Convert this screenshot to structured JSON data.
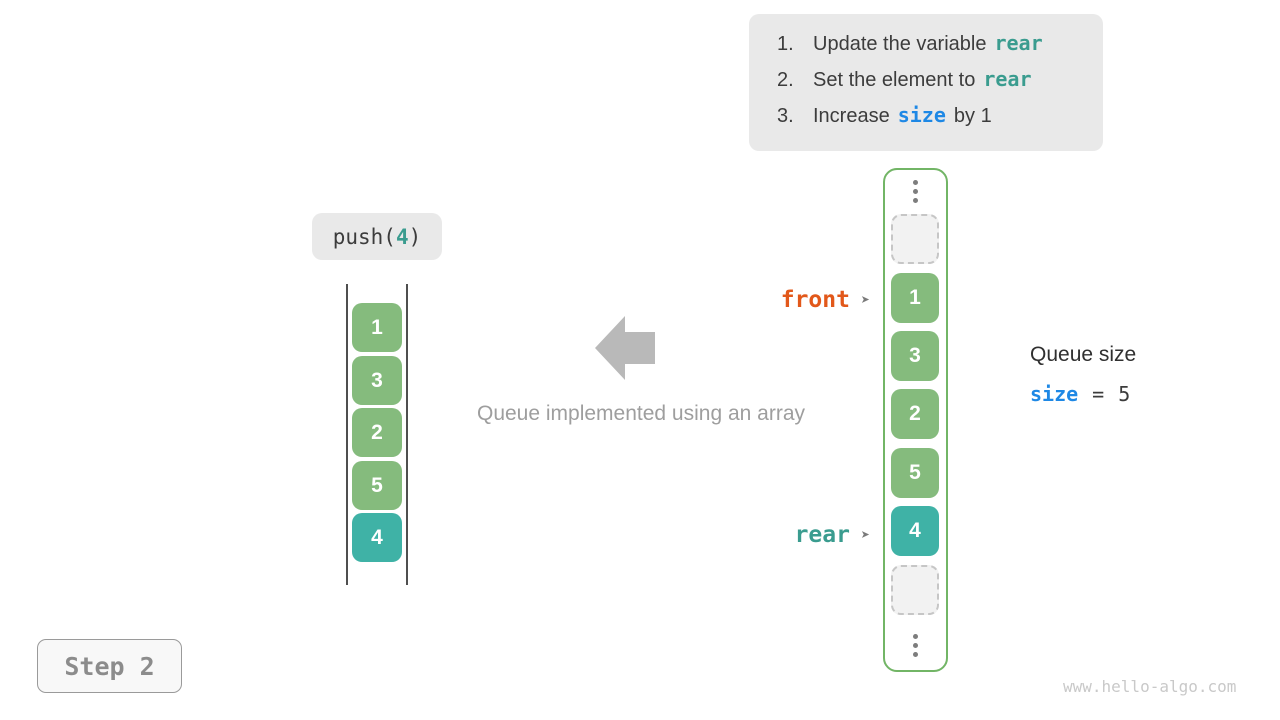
{
  "palette": {
    "green_cell": "#85bb7d",
    "teal_cell": "#3fb2a6",
    "array_border": "#72b566",
    "front_color": "#e2581a",
    "rear_color": "#3a9c8f",
    "size_blue": "#1e88e5",
    "label_box_bg": "#e9e9e9",
    "dark_text": "#3c3c3c",
    "caption_gray": "#9e9e9e",
    "block_arrow_gray": "#b9b9b9",
    "watermark_gray": "#c9c9c9"
  },
  "instructions": {
    "items": [
      {
        "num": "1.",
        "pre": "Update the variable",
        "code": "rear",
        "post": ""
      },
      {
        "num": "2.",
        "pre": "Set the element to",
        "code": "rear",
        "post": ""
      },
      {
        "num": "3.",
        "pre": "Increase",
        "code": "size",
        "post": "by 1"
      }
    ]
  },
  "push_label": {
    "prefix": "push(",
    "arg": "4",
    "suffix": ")"
  },
  "left_stack": {
    "values": [
      "1",
      "3",
      "2",
      "5",
      "4"
    ],
    "highlight_index": 4
  },
  "caption": "Queue implemented using an array",
  "right_array": {
    "cells": [
      "1",
      "3",
      "2",
      "5",
      "4"
    ],
    "highlight_index": 4,
    "front_label": "front",
    "rear_label": "rear",
    "pointer_arrow": "➤"
  },
  "queue_size": {
    "title": "Queue size",
    "var": "size",
    "equals": "=",
    "value": "5"
  },
  "step_badge": "Step 2",
  "watermark": "www.hello-algo.com"
}
